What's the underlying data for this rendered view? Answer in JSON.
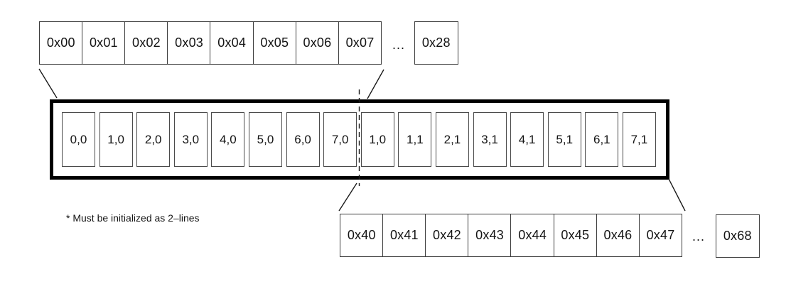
{
  "note": "* Must be initialized as 2–lines",
  "upper_row": {
    "cells": [
      "0x00",
      "0x01",
      "0x02",
      "0x03",
      "0x04",
      "0x05",
      "0x06",
      "0x07"
    ],
    "ellipsis": "...",
    "tail": "0x28"
  },
  "buffer": {
    "cells": [
      "0,0",
      "1,0",
      "2,0",
      "3,0",
      "4,0",
      "5,0",
      "6,0",
      "7,0",
      "1,0",
      "1,1",
      "2,1",
      "3,1",
      "4,1",
      "5,1",
      "6,1",
      "7,1"
    ]
  },
  "lower_row": {
    "cells": [
      "0x40",
      "0x41",
      "0x42",
      "0x43",
      "0x44",
      "0x45",
      "0x46",
      "0x47"
    ],
    "ellipsis": "...",
    "tail": "0x68"
  },
  "colors": {
    "background": "#ffffff",
    "thin_border": "#3d3d3d",
    "thick_border": "#000000",
    "text": "#141414"
  }
}
